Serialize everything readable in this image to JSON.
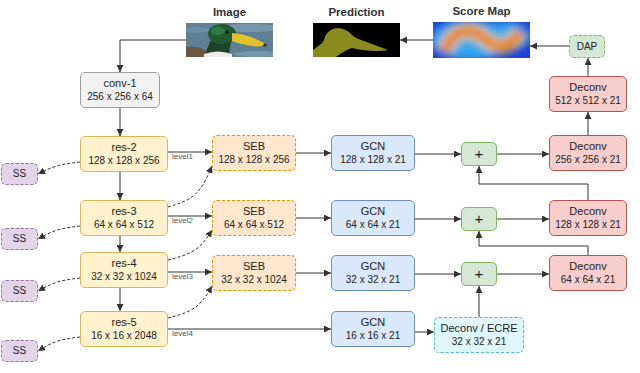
{
  "diagram": {
    "nodes": [
      {
        "text": [
          "Image"
        ]
      },
      {
        "text": [
          "Prediction"
        ]
      },
      {
        "text": [
          "Score Map"
        ]
      },
      {
        "text": [
          "DAP"
        ]
      },
      {
        "text": [
          "conv-1",
          "256 x 256 x 64"
        ]
      },
      {
        "text": [
          "Deconv",
          "512 x 512 x 21"
        ]
      },
      {
        "text": [
          "res-2",
          "128 x 128 x 256"
        ]
      },
      {
        "text": [
          "SEB",
          "128 x 128 x 256"
        ]
      },
      {
        "text": [
          "GCN",
          "128 x 128 x 21"
        ]
      },
      {
        "text": [
          "+"
        ]
      },
      {
        "text": [
          "Deconv",
          "256 x 256 x 21"
        ]
      },
      {
        "text": [
          "SS"
        ]
      },
      {
        "text": [
          "res-3",
          "64 x 64 x 512"
        ]
      },
      {
        "text": [
          "SEB",
          "64 x 64 x 512"
        ]
      },
      {
        "text": [
          "GCN",
          "64 x 64 x 21"
        ]
      },
      {
        "text": [
          "+"
        ]
      },
      {
        "text": [
          "Deconv",
          "128 x 128 x 21"
        ]
      },
      {
        "text": [
          "SS"
        ]
      },
      {
        "text": [
          "res-4",
          "32 x 32 x 1024"
        ]
      },
      {
        "text": [
          "SEB",
          "32 x 32 x 1024"
        ]
      },
      {
        "text": [
          "GCN",
          "32 x 32 x 21"
        ]
      },
      {
        "text": [
          "+"
        ]
      },
      {
        "text": [
          "Deconv",
          "64 x 64 x 21"
        ]
      },
      {
        "text": [
          "SS"
        ]
      },
      {
        "text": [
          "res-5",
          "16 x 16 x 2048"
        ]
      },
      {
        "text": [
          "GCN",
          "16 x 16 x 21"
        ]
      },
      {
        "text": [
          "Deconv / ECRE",
          "32 x 32 x 21"
        ]
      },
      {
        "text": [
          "SS"
        ]
      }
    ],
    "edges": [
      {
        "from": 0,
        "to": 4,
        "arrow": "to"
      },
      {
        "from": 4,
        "to": 6,
        "arrow": "to"
      },
      {
        "from": 6,
        "to": 12,
        "arrow": "to"
      },
      {
        "from": 12,
        "to": 18,
        "arrow": "to"
      },
      {
        "from": 18,
        "to": 24,
        "arrow": "to"
      },
      {
        "from": 6,
        "to": 11,
        "arrow": "to"
      },
      {
        "from": 12,
        "to": 17,
        "arrow": "to"
      },
      {
        "from": 18,
        "to": 23,
        "arrow": "to"
      },
      {
        "from": 24,
        "to": 27,
        "arrow": "to"
      },
      {
        "from": 6,
        "to": 7,
        "label": "level1",
        "arrow": "to"
      },
      {
        "from": 12,
        "to": 7,
        "arrow": "to"
      },
      {
        "from": 12,
        "to": 13,
        "label": "level2",
        "arrow": "to"
      },
      {
        "from": 18,
        "to": 13,
        "arrow": "to"
      },
      {
        "from": 18,
        "to": 19,
        "label": "level3",
        "arrow": "to"
      },
      {
        "from": 24,
        "to": 19,
        "arrow": "to"
      },
      {
        "from": 24,
        "to": 25,
        "label": "level4",
        "arrow": "to"
      },
      {
        "from": 7,
        "to": 8,
        "arrow": "to"
      },
      {
        "from": 13,
        "to": 14,
        "arrow": "to"
      },
      {
        "from": 19,
        "to": 20,
        "arrow": "to"
      },
      {
        "from": 8,
        "to": 9,
        "arrow": "to"
      },
      {
        "from": 14,
        "to": 15,
        "arrow": "to"
      },
      {
        "from": 20,
        "to": 21,
        "arrow": "to"
      },
      {
        "from": 25,
        "to": 26,
        "arrow": "to"
      },
      {
        "from": 26,
        "to": 21,
        "arrow": "to"
      },
      {
        "from": 21,
        "to": 22,
        "arrow": "to"
      },
      {
        "from": 22,
        "to": 15,
        "arrow": "to"
      },
      {
        "from": 15,
        "to": 16,
        "arrow": "to"
      },
      {
        "from": 16,
        "to": 9,
        "arrow": "to"
      },
      {
        "from": 9,
        "to": 10,
        "arrow": "to"
      },
      {
        "from": 10,
        "to": 5,
        "arrow": "to"
      },
      {
        "from": 5,
        "to": 3,
        "arrow": "to"
      },
      {
        "from": 3,
        "to": 2,
        "arrow": "to"
      },
      {
        "from": 2,
        "to": 1,
        "arrow": "to"
      }
    ]
  }
}
